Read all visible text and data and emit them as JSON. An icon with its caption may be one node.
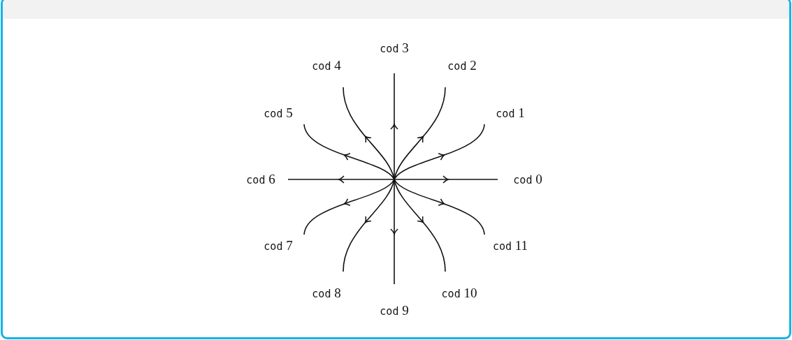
{
  "diagram": {
    "labels": [
      "cod 3",
      "cod 4",
      "cod 2",
      "cod 5",
      "cod 1",
      "cod 6",
      "cod 0",
      "cod 7",
      "cod 11",
      "cod 8",
      "cod 10",
      "cod 9"
    ]
  }
}
